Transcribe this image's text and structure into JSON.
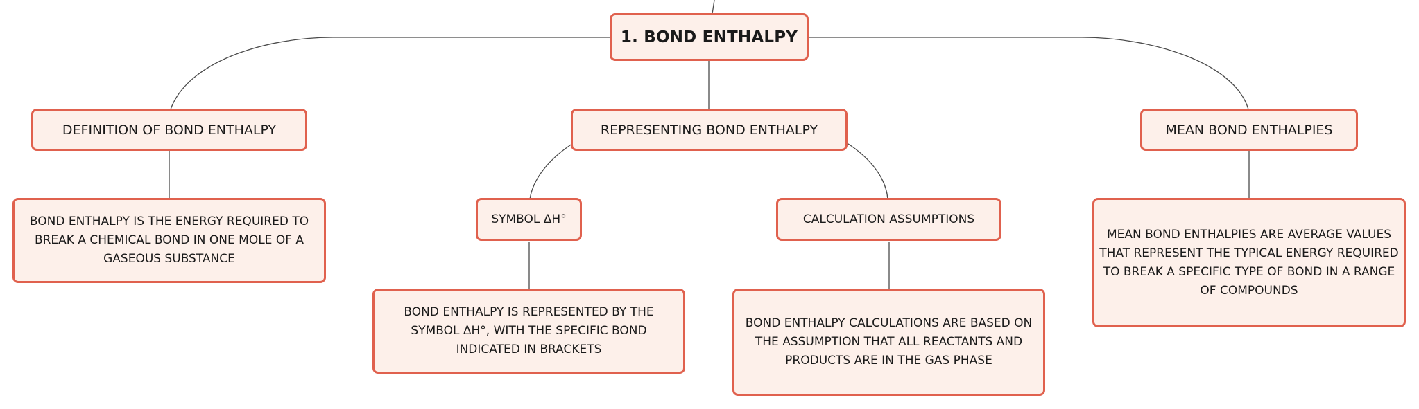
{
  "diagram": {
    "root": {
      "label": "1. BOND ENTHALPY"
    },
    "branches": [
      {
        "label": "DEFINITION OF BOND ENTHALPY",
        "detail": "BOND ENTHALPY IS THE ENERGY REQUIRED TO BREAK A CHEMICAL BOND IN ONE MOLE OF A GASEOUS SUBSTANCE"
      },
      {
        "label": "REPRESENTING BOND ENTHALPY",
        "children": [
          {
            "label": "SYMBOL ΔH°",
            "detail": "BOND ENTHALPY IS REPRESENTED BY THE SYMBOL ΔH°, WITH THE SPECIFIC BOND INDICATED IN BRACKETS"
          },
          {
            "label": "CALCULATION ASSUMPTIONS",
            "detail": "BOND ENTHALPY CALCULATIONS ARE BASED ON THE ASSUMPTION THAT ALL REACTANTS AND PRODUCTS ARE IN THE GAS PHASE"
          }
        ]
      },
      {
        "label": "MEAN BOND ENTHALPIES",
        "detail": "MEAN BOND ENTHALPIES ARE AVERAGE VALUES THAT REPRESENT THE TYPICAL ENERGY REQUIRED TO BREAK A SPECIFIC TYPE OF BOND IN A RANGE OF COMPOUNDS"
      }
    ]
  },
  "colors": {
    "node_fill": "#fdf0ea",
    "node_border": "#e0614e",
    "connector": "#4a4a4a",
    "text": "#1a1a1a"
  }
}
